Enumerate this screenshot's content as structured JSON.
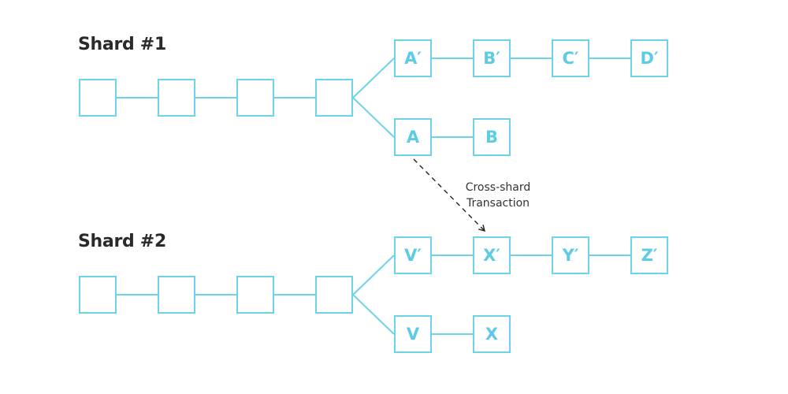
{
  "shards": [
    {
      "title": "Shard #1",
      "chain": [
        "",
        "",
        "",
        ""
      ],
      "fork_upper": [
        "A′",
        "B′",
        "C′",
        "D′"
      ],
      "fork_lower": [
        "A",
        "B"
      ]
    },
    {
      "title": "Shard #2",
      "chain": [
        "",
        "",
        "",
        ""
      ],
      "fork_upper": [
        "V′",
        "X′",
        "Y′",
        "Z′"
      ],
      "fork_lower": [
        "V",
        "X"
      ]
    }
  ],
  "cross_shard": {
    "label_line1": "Cross-shard",
    "label_line2": "Transaction",
    "from": "A",
    "to": "X′"
  },
  "colors": {
    "block_border": "#6dd3ea",
    "block_text": "#5ccbe4",
    "connector": "#6dd3ea",
    "title_text": "#2a2a2a",
    "dashed_arrow": "#222222"
  }
}
